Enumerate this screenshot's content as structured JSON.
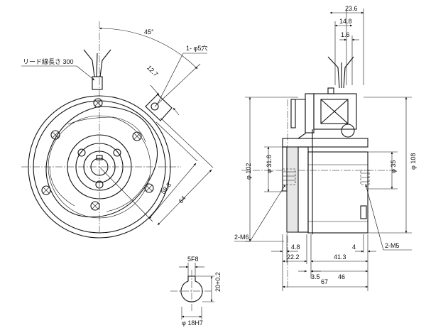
{
  "drawing": {
    "front_view": {
      "lead_wire_note": "リード線長さ 300",
      "hole_note": "1- φ5穴",
      "angle": "45°",
      "dim_12_7": "12.7",
      "dim_58_8": "58.8",
      "dim_64": "64"
    },
    "side_view": {
      "dim_23_6": "23.6",
      "dim_14_8": "14.8",
      "dim_1_6": "1.6",
      "dim_102": "φ 102",
      "dim_31_8": "φ 31.8",
      "dim_35": "φ 35",
      "dim_108": "φ 108",
      "thread_left": "2-M6",
      "thread_right": "2-M5",
      "dim_4_8": "4.8",
      "dim_22_2": "22.2",
      "dim_41_3": "41.3",
      "dim_4": "4",
      "dim_3_5": "3.5",
      "dim_46": "46",
      "dim_67": "67"
    },
    "keyway_detail": {
      "key_width": "5F8",
      "key_depth": "20+0.2",
      "bore": "φ 18H7"
    },
    "colors": {
      "line": "#111111",
      "shading": "#e6e6e6",
      "background": "#ffffff"
    }
  }
}
